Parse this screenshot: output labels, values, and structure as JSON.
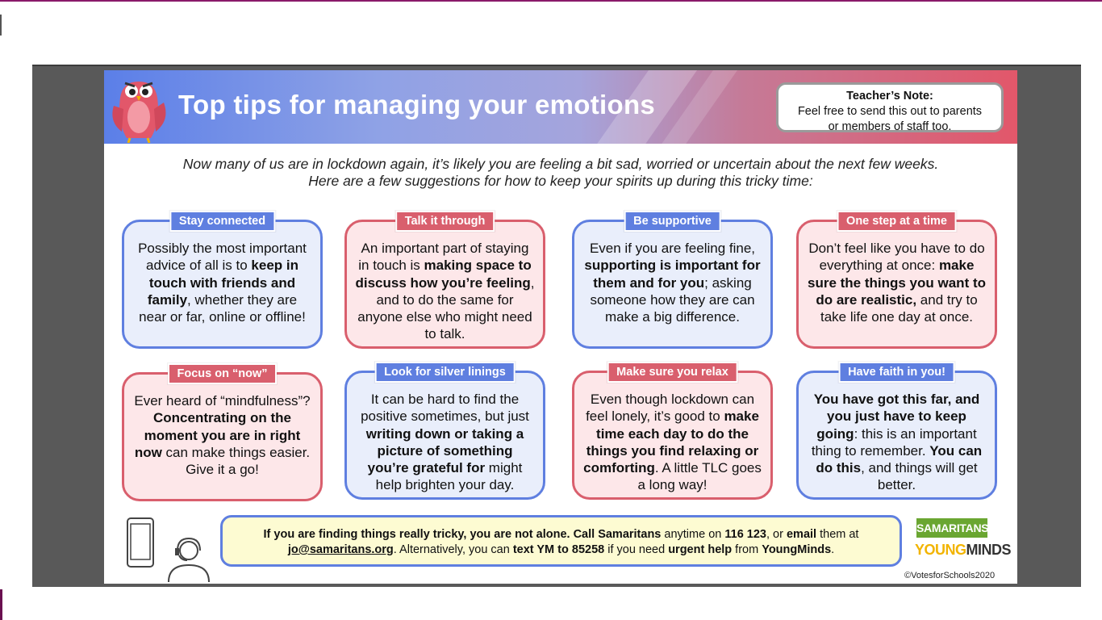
{
  "header": {
    "title": "Top tips for managing your emotions",
    "note_title": "Teacher’s Note:",
    "note_line1": "Feel free to send this out to parents",
    "note_line2": "or members of staff too."
  },
  "intro": {
    "line1": "Now many of us are in lockdown again, it’s likely you are feeling a bit sad, worried or uncertain about the next few weeks.",
    "line2": "Here are a few suggestions for how to keep your spirits up during this tricky time:"
  },
  "cards": [
    {
      "label": "Stay connected",
      "color": "blue",
      "segments": [
        {
          "t": "Possibly the most important advice of all is to "
        },
        {
          "t": "keep in touch with friends and family",
          "b": true
        },
        {
          "t": ", whether they are near or far, online or offline!"
        }
      ]
    },
    {
      "label": "Talk it through",
      "color": "red",
      "segments": [
        {
          "t": "An important part of staying in touch is "
        },
        {
          "t": "making space to discuss how you’re feeling",
          "b": true
        },
        {
          "t": ", and to do the same for anyone else who might need to talk."
        }
      ]
    },
    {
      "label": "Be supportive",
      "color": "blue",
      "segments": [
        {
          "t": "Even if you are feeling fine, "
        },
        {
          "t": "supporting is important for them and for you",
          "b": true
        },
        {
          "t": "; asking someone how they are can make a big difference."
        }
      ]
    },
    {
      "label": "One step at a time",
      "color": "red",
      "segments": [
        {
          "t": "Don’t feel like you have to do everything at once: "
        },
        {
          "t": "make sure the things you want to do are realistic,",
          "b": true
        },
        {
          "t": " and try to take life one day at once."
        }
      ]
    },
    {
      "label": "Focus on “now”",
      "color": "red",
      "segments": [
        {
          "t": "Ever heard of “mindfulness”? "
        },
        {
          "t": "Concentrating on the moment you are in right now",
          "b": true
        },
        {
          "t": " can make things easier. Give it a go!"
        }
      ]
    },
    {
      "label": "Look for silver linings",
      "color": "blue",
      "segments": [
        {
          "t": "It can be hard to find the positive sometimes, but just "
        },
        {
          "t": "writing down or taking a picture of something you’re grateful for",
          "b": true
        },
        {
          "t": " might help brighten your day."
        }
      ]
    },
    {
      "label": "Make sure you relax",
      "color": "red",
      "segments": [
        {
          "t": "Even though lockdown can feel lonely, it’s good to "
        },
        {
          "t": "make time each day to do the things you find relaxing or comforting",
          "b": true
        },
        {
          "t": ". A little TLC goes a long way!"
        }
      ]
    },
    {
      "label": "Have faith in you!",
      "color": "blue",
      "segments": [
        {
          "t": "You have got this far, and you just have to keep going",
          "b": true
        },
        {
          "t": ": this is an important thing to remember. "
        },
        {
          "t": "You can do this",
          "b": true
        },
        {
          "t": ", and things will get better."
        }
      ]
    }
  ],
  "help": {
    "segments": [
      {
        "t": "If you are finding things really tricky, you are not alone. Call Samaritans",
        "b": true
      },
      {
        "t": " anytime on "
      },
      {
        "t": "116 123",
        "b": true
      },
      {
        "t": ", or "
      },
      {
        "t": "email",
        "b": true
      },
      {
        "t": " them at "
      },
      {
        "br": true
      },
      {
        "t": "jo@samaritans.org",
        "b": true,
        "u": true
      },
      {
        "t": ". Alternatively, you can "
      },
      {
        "t": "text YM to 85258",
        "b": true
      },
      {
        "t": " if you need "
      },
      {
        "t": "urgent help",
        "b": true
      },
      {
        "t": " from "
      },
      {
        "t": "YoungMinds",
        "b": true
      },
      {
        "t": "."
      }
    ]
  },
  "logos": {
    "samaritans": "SAMARITANS",
    "young": "YOUNG",
    "minds": "MINDS"
  },
  "copyright": "©VotesforSchools2020",
  "icons": [
    "owl-mascot-icon",
    "phone-icon",
    "headset-icon"
  ],
  "colors": {
    "blue": "#5f7fe0",
    "red": "#d95f6d",
    "samaritans_green": "#6aa631",
    "youngminds_yellow": "#f2b400"
  }
}
